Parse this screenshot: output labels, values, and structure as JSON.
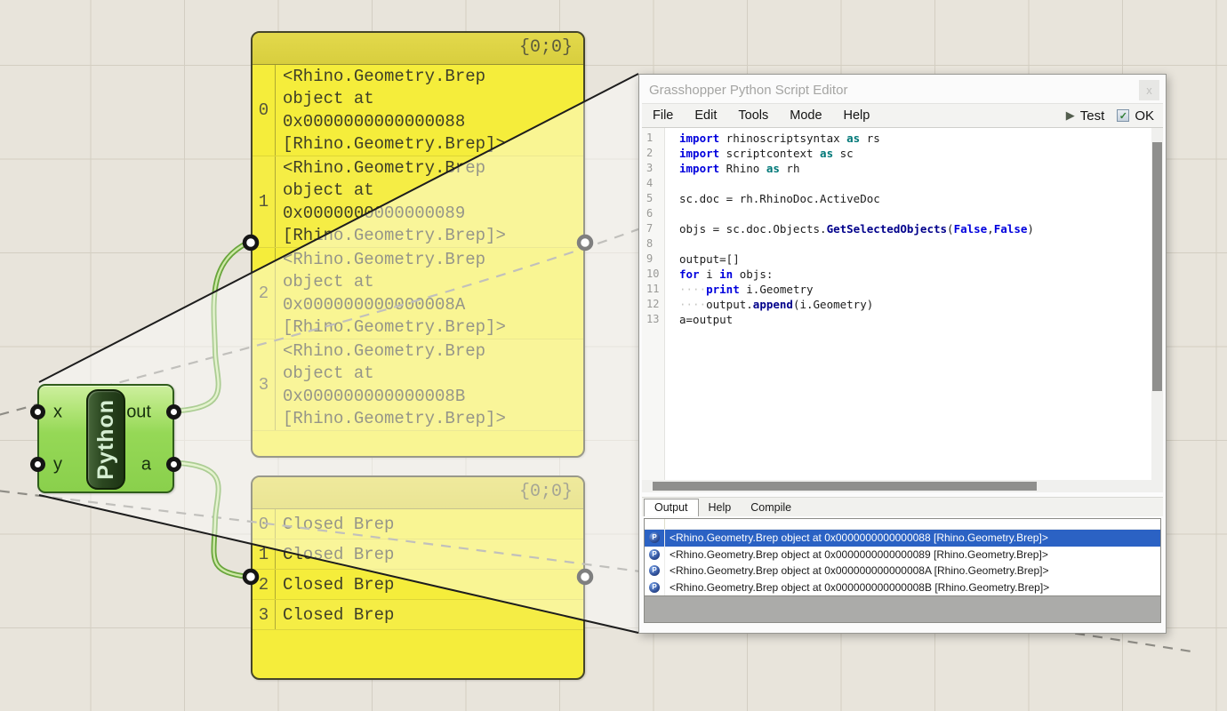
{
  "colors": {
    "canvas_bg": "#e8e4db",
    "grid_line": "#d3cec2",
    "panel_yellow": "#f5ed3b",
    "panel_header_yellow": "#ddd342",
    "component_green": "#8ad04c",
    "wire_green": "#69a53c",
    "selection_blue": "#2b62c4"
  },
  "component": {
    "label": "Python",
    "inputs": [
      {
        "label": "x"
      },
      {
        "label": "y"
      }
    ],
    "outputs": [
      {
        "label": "out"
      },
      {
        "label": "a"
      }
    ]
  },
  "top_panel": {
    "path": "{0;0}",
    "items": [
      {
        "index": "0",
        "text": "<Rhino.Geometry.Brep\nobject at\n0x0000000000000088\n[Rhino.Geometry.Brep]>"
      },
      {
        "index": "1",
        "text": "<Rhino.Geometry.Brep\nobject at\n0x0000000000000089\n[Rhino.Geometry.Brep]>"
      },
      {
        "index": "2",
        "text": "<Rhino.Geometry.Brep\nobject at\n0x000000000000008A\n[Rhino.Geometry.Brep]>"
      },
      {
        "index": "3",
        "text": "<Rhino.Geometry.Brep\nobject at\n0x000000000000008B\n[Rhino.Geometry.Brep]>"
      }
    ]
  },
  "bottom_panel": {
    "path": "{0;0}",
    "items": [
      {
        "index": "0",
        "text": "Closed Brep"
      },
      {
        "index": "1",
        "text": "Closed Brep"
      },
      {
        "index": "2",
        "text": "Closed Brep"
      },
      {
        "index": "3",
        "text": "Closed Brep"
      }
    ]
  },
  "editor": {
    "title": "Grasshopper Python Script Editor",
    "close_glyph": "x",
    "menu": [
      "File",
      "Edit",
      "Tools",
      "Mode",
      "Help"
    ],
    "test_glyph": "▶",
    "test_label": "Test",
    "ok_glyph": "✓",
    "ok_label": "OK",
    "code": [
      {
        "n": "1",
        "s": [
          [
            "k",
            "import"
          ],
          [
            "p",
            " rhinoscriptsyntax "
          ],
          [
            "a",
            "as"
          ],
          [
            "p",
            " rs"
          ]
        ]
      },
      {
        "n": "2",
        "s": [
          [
            "k",
            "import"
          ],
          [
            "p",
            " scriptcontext "
          ],
          [
            "a",
            "as"
          ],
          [
            "p",
            " sc"
          ]
        ]
      },
      {
        "n": "3",
        "s": [
          [
            "k",
            "import"
          ],
          [
            "p",
            " Rhino "
          ],
          [
            "a",
            "as"
          ],
          [
            "p",
            " rh"
          ]
        ]
      },
      {
        "n": "4",
        "s": []
      },
      {
        "n": "5",
        "s": [
          [
            "p",
            "sc.doc = rh.RhinoDoc.ActiveDoc"
          ]
        ]
      },
      {
        "n": "6",
        "s": []
      },
      {
        "n": "7",
        "s": [
          [
            "p",
            "objs = sc.doc.Objects."
          ],
          [
            "m",
            "GetSelectedObjects"
          ],
          [
            "p",
            "("
          ],
          [
            "b",
            "False"
          ],
          [
            "p",
            ","
          ],
          [
            "b",
            "False"
          ],
          [
            "p",
            ")"
          ]
        ]
      },
      {
        "n": "8",
        "s": []
      },
      {
        "n": "9",
        "s": [
          [
            "p",
            "output=[]"
          ]
        ]
      },
      {
        "n": "10",
        "s": [
          [
            "k",
            "for"
          ],
          [
            "p",
            " i "
          ],
          [
            "k",
            "in"
          ],
          [
            "p",
            " objs:"
          ]
        ]
      },
      {
        "n": "11",
        "s": [
          [
            "d",
            "····"
          ],
          [
            "k",
            "print"
          ],
          [
            "p",
            " i.Geometry"
          ]
        ]
      },
      {
        "n": "12",
        "s": [
          [
            "d",
            "····"
          ],
          [
            "p",
            "output."
          ],
          [
            "m",
            "append"
          ],
          [
            "p",
            "(i.Geometry)"
          ]
        ]
      },
      {
        "n": "13",
        "s": [
          [
            "p",
            "a=output"
          ]
        ]
      }
    ],
    "tabs": [
      {
        "label": "Output",
        "active": true
      },
      {
        "label": "Help",
        "active": false
      },
      {
        "label": "Compile",
        "active": false
      }
    ],
    "output_rows": [
      {
        "icon": "P",
        "text": "<Rhino.Geometry.Brep object at 0x0000000000000088 [Rhino.Geometry.Brep]>",
        "selected": true
      },
      {
        "icon": "P",
        "text": "<Rhino.Geometry.Brep object at 0x0000000000000089 [Rhino.Geometry.Brep]>",
        "selected": false
      },
      {
        "icon": "P",
        "text": "<Rhino.Geometry.Brep object at 0x000000000000008A [Rhino.Geometry.Brep]>",
        "selected": false
      },
      {
        "icon": "P",
        "text": "<Rhino.Geometry.Brep object at 0x000000000000008B [Rhino.Geometry.Brep]>",
        "selected": false
      }
    ]
  }
}
